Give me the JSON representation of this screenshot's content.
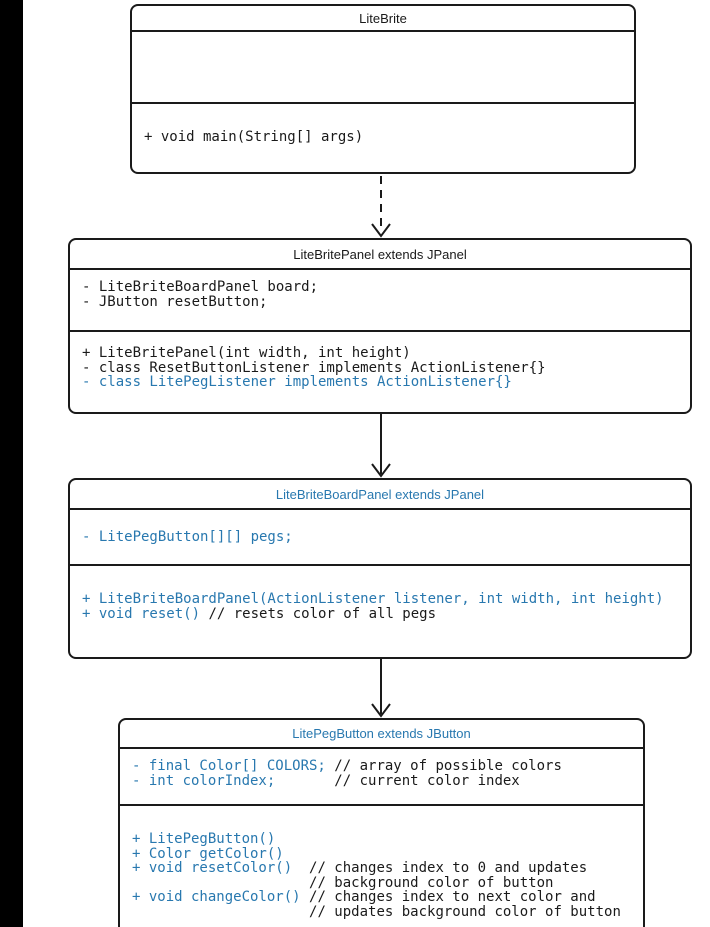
{
  "colors": {
    "accent_blue": "#2878af",
    "ink": "#1a1a1a",
    "left_bar": "#000000",
    "background": "#ffffff"
  },
  "diagram_type": "uml-class-diagram",
  "classes": [
    {
      "title": "LiteBrite",
      "fields": [],
      "methods": [
        {
          "code": "+ void main(String[] args)"
        }
      ]
    },
    {
      "title": "LiteBritePanel extends JPanel",
      "fields": [
        {
          "code": "- LiteBriteBoardPanel board;"
        },
        {
          "code": "- JButton resetButton;"
        }
      ],
      "methods": [
        {
          "code": "+ LiteBritePanel(int width, int height)"
        },
        {
          "code": "- class ResetButtonListener implements ActionListener{}"
        },
        {
          "code": "- class LitePegListener implements ActionListener{}"
        }
      ]
    },
    {
      "title": "LiteBriteBoardPanel extends JPanel",
      "fields": [
        {
          "code": "- LitePegButton[][] pegs;"
        }
      ],
      "methods": [
        {
          "code": "+ LiteBriteBoardPanel(ActionListener listener, int width, int height)"
        },
        {
          "code": "+ void reset() ",
          "comment": "// resets color of all pegs"
        }
      ]
    },
    {
      "title": "LitePegButton extends JButton",
      "fields": [
        {
          "code": "- final Color[] COLORS; ",
          "comment": "// array of possible colors"
        },
        {
          "code": "- int colorIndex;       ",
          "comment": "// current color index"
        }
      ],
      "methods": [
        {
          "code": "+ LitePegButton()"
        },
        {
          "code": "+ Color getColor()"
        },
        {
          "code": "+ void resetColor()  ",
          "comment": "// changes index to 0 and updates"
        },
        {
          "code": "                     ",
          "comment": "// background color of button"
        },
        {
          "code": "+ void changeColor() ",
          "comment": "// changes index to next color and"
        },
        {
          "code": "                     ",
          "comment": "// updates background color of button"
        }
      ]
    }
  ],
  "arrows": [
    {
      "from": "LiteBrite",
      "to": "LiteBritePanel",
      "style": "dashed",
      "head": "open"
    },
    {
      "from": "LiteBritePanel",
      "to": "LiteBriteBoardPanel",
      "style": "solid",
      "head": "open"
    },
    {
      "from": "LiteBriteBoardPanel",
      "to": "LitePegButton",
      "style": "solid",
      "head": "open"
    }
  ]
}
